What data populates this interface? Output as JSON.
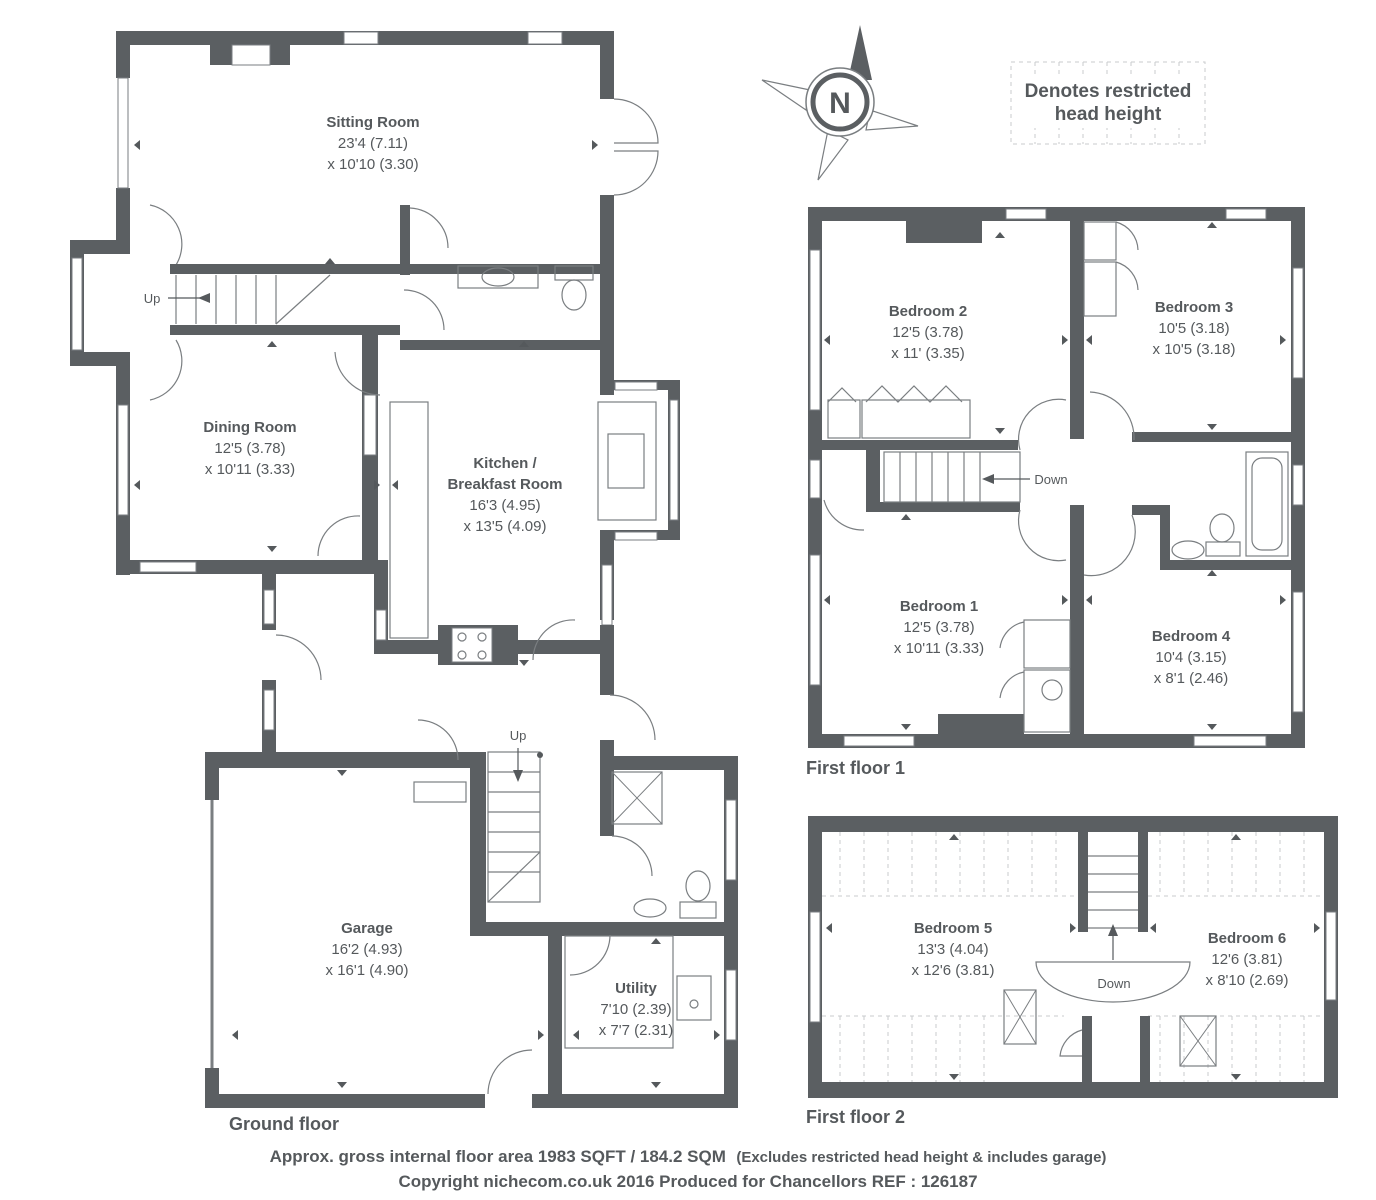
{
  "compass": {
    "letter": "N"
  },
  "legend": {
    "text_line1": "Denotes restricted",
    "text_line2": "head height"
  },
  "floors": {
    "ground": {
      "label": "Ground floor"
    },
    "first1": {
      "label": "First floor 1"
    },
    "first2": {
      "label": "First floor 2"
    }
  },
  "rooms": {
    "sitting": {
      "name": "Sitting Room",
      "dim1": "23'4 (7.11)",
      "dim2": "x 10'10 (3.30)"
    },
    "dining": {
      "name": "Dining Room",
      "dim1": "12'5 (3.78)",
      "dim2": "x 10'11 (3.33)"
    },
    "kitchen": {
      "name1": "Kitchen /",
      "name2": "Breakfast Room",
      "dim1": "16'3 (4.95)",
      "dim2": "x 13'5 (4.09)"
    },
    "garage": {
      "name": "Garage",
      "dim1": "16'2 (4.93)",
      "dim2": "x 16'1 (4.90)"
    },
    "utility": {
      "name": "Utility",
      "dim1": "7'10 (2.39)",
      "dim2": "x 7'7 (2.31)"
    },
    "bed1": {
      "name": "Bedroom 1",
      "dim1": "12'5 (3.78)",
      "dim2": "x 10'11 (3.33)"
    },
    "bed2": {
      "name": "Bedroom 2",
      "dim1": "12'5 (3.78)",
      "dim2": "x 11' (3.35)"
    },
    "bed3": {
      "name": "Bedroom 3",
      "dim1": "10'5 (3.18)",
      "dim2": "x 10'5 (3.18)"
    },
    "bed4": {
      "name": "Bedroom 4",
      "dim1": "10'4 (3.15)",
      "dim2": "x 8'1 (2.46)"
    },
    "bed5": {
      "name": "Bedroom 5",
      "dim1": "13'3 (4.04)",
      "dim2": "x 12'6 (3.81)"
    },
    "bed6": {
      "name": "Bedroom 6",
      "dim1": "12'6 (3.81)",
      "dim2": "x 8'10 (2.69)"
    }
  },
  "stairs": {
    "up_ground_hall": "Up",
    "up_ground_garage": "Up",
    "down_first1": "Down",
    "down_first2": "Down"
  },
  "footer": {
    "area_main": "Approx. gross internal floor area 1983 SQFT / 184.2 SQM",
    "area_note": "(Excludes restricted head height & includes garage)",
    "copyright": "Copyright nichecom.co.uk 2016 Produced for Chancellors REF : 126187"
  }
}
